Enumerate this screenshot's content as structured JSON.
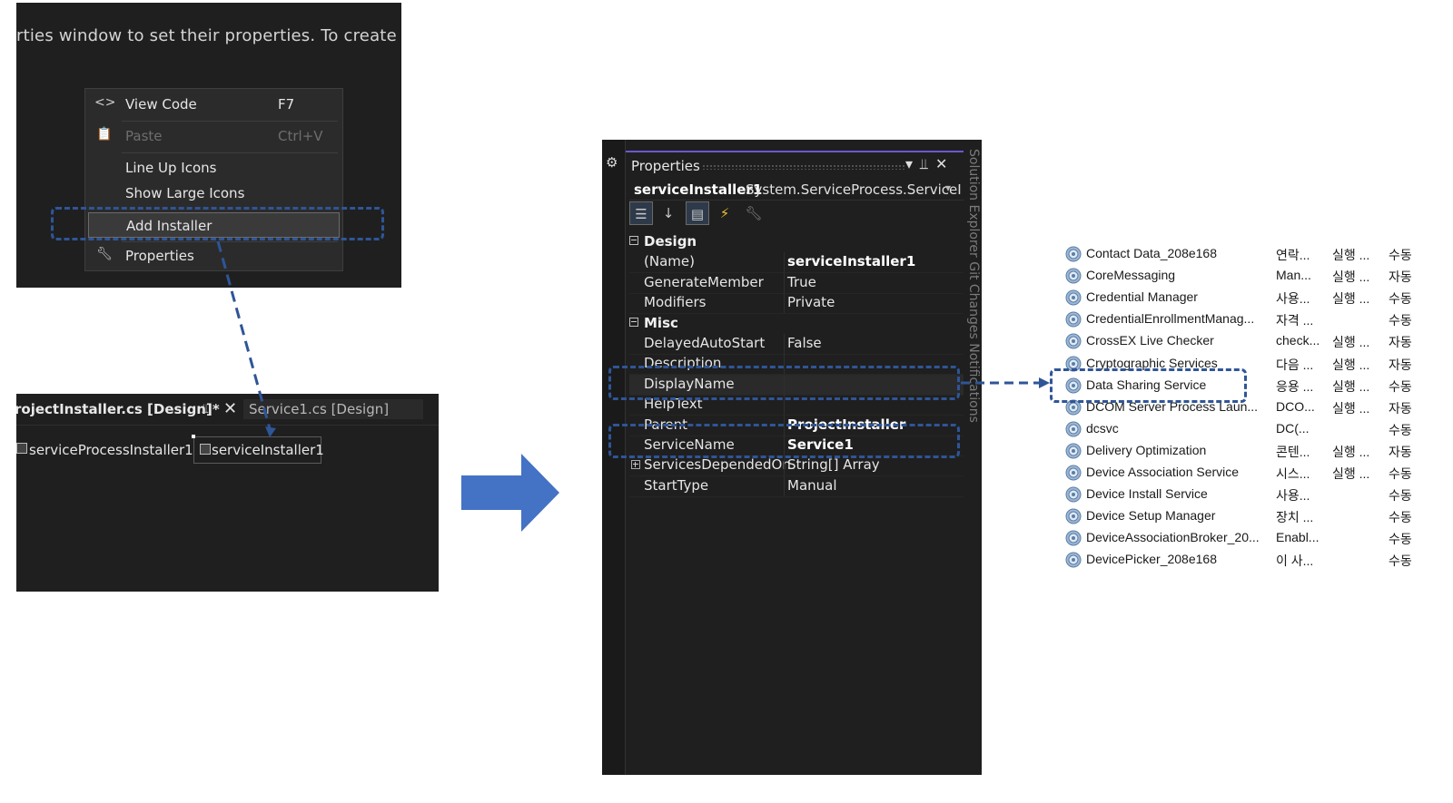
{
  "panel1": {
    "top_text": "rties window to set their properties. To create me",
    "menu": [
      {
        "icon": "view-code-icon",
        "label": "View Code",
        "shortcut": "F7",
        "enabled": true
      },
      {
        "icon": "paste-icon",
        "label": "Paste",
        "shortcut": "Ctrl+V",
        "enabled": false
      },
      {
        "icon": "",
        "label": "Line Up Icons",
        "shortcut": "",
        "enabled": true
      },
      {
        "icon": "",
        "label": "Show Large Icons",
        "shortcut": "",
        "enabled": true
      },
      {
        "icon": "",
        "label": "Add Installer",
        "shortcut": "",
        "enabled": true
      },
      {
        "icon": "wrench-icon",
        "label": "Properties",
        "shortcut": "",
        "enabled": true
      }
    ]
  },
  "panel2": {
    "tab_active": "rojectInstaller.cs [Design]*",
    "tab_inactive": "Service1.cs [Design]",
    "components": [
      "serviceProcessInstaller1",
      "serviceInstaller1"
    ]
  },
  "properties": {
    "title": "Properties",
    "object_name": "serviceInstaller1",
    "object_type": "System.ServiceProcess.ServiceI",
    "side_tabs": "Solution Explorer    Git Changes    Notifications",
    "categories": [
      {
        "name": "Design",
        "rows": [
          {
            "key": "(Name)",
            "value": "serviceInstaller1",
            "bold": true
          },
          {
            "key": "GenerateMember",
            "value": "True",
            "bold": false
          },
          {
            "key": "Modifiers",
            "value": "Private",
            "bold": false
          }
        ]
      },
      {
        "name": "Misc",
        "rows": [
          {
            "key": "DelayedAutoStart",
            "value": "False",
            "bold": false
          },
          {
            "key": "Description",
            "value": "",
            "bold": false
          },
          {
            "key": "DisplayName",
            "value": "",
            "bold": false
          },
          {
            "key": "HelpText",
            "value": "",
            "bold": false
          },
          {
            "key": "Parent",
            "value": "ProjectInstaller",
            "bold": true
          },
          {
            "key": "ServiceName",
            "value": "Service1",
            "bold": true
          },
          {
            "key": "ServicesDependedOn",
            "value": "String[] Array",
            "bold": false
          },
          {
            "key": "StartType",
            "value": "Manual",
            "bold": false
          }
        ]
      }
    ]
  },
  "services": [
    {
      "name": "Contact Data_208e168",
      "desc": "연락...",
      "status": "실행 ...",
      "startup": "수동"
    },
    {
      "name": "CoreMessaging",
      "desc": "Man...",
      "status": "실행 ...",
      "startup": "자동"
    },
    {
      "name": "Credential Manager",
      "desc": "사용...",
      "status": "실행 ...",
      "startup": "수동"
    },
    {
      "name": "CredentialEnrollmentManag...",
      "desc": "자격 ...",
      "status": "",
      "startup": "수동"
    },
    {
      "name": "CrossEX Live Checker",
      "desc": "check...",
      "status": "실행 ...",
      "startup": "자동"
    },
    {
      "name": "Cryptographic Services",
      "desc": "다음 ...",
      "status": "실행 ...",
      "startup": "자동"
    },
    {
      "name": "Data Sharing Service",
      "desc": "응용 ...",
      "status": "실행 ...",
      "startup": "수동"
    },
    {
      "name": "DCOM Server Process Laun...",
      "desc": "DCO...",
      "status": "실행 ...",
      "startup": "자동"
    },
    {
      "name": "dcsvc",
      "desc": "DC(...",
      "status": "",
      "startup": "수동"
    },
    {
      "name": "Delivery Optimization",
      "desc": "콘텐...",
      "status": "실행 ...",
      "startup": "자동"
    },
    {
      "name": "Device Association Service",
      "desc": "시스...",
      "status": "실행 ...",
      "startup": "수동"
    },
    {
      "name": "Device Install Service",
      "desc": "사용...",
      "status": "",
      "startup": "수동"
    },
    {
      "name": "Device Setup Manager",
      "desc": "장치 ...",
      "status": "",
      "startup": "수동"
    },
    {
      "name": "DeviceAssociationBroker_20...",
      "desc": "Enabl...",
      "status": "",
      "startup": "수동"
    },
    {
      "name": "DevicePicker_208e168",
      "desc": "이 사...",
      "status": "",
      "startup": "수동"
    }
  ],
  "colors": {
    "highlight": "#2f5597",
    "arrow": "#4472c4",
    "dark_bg": "#1f1f1f"
  }
}
